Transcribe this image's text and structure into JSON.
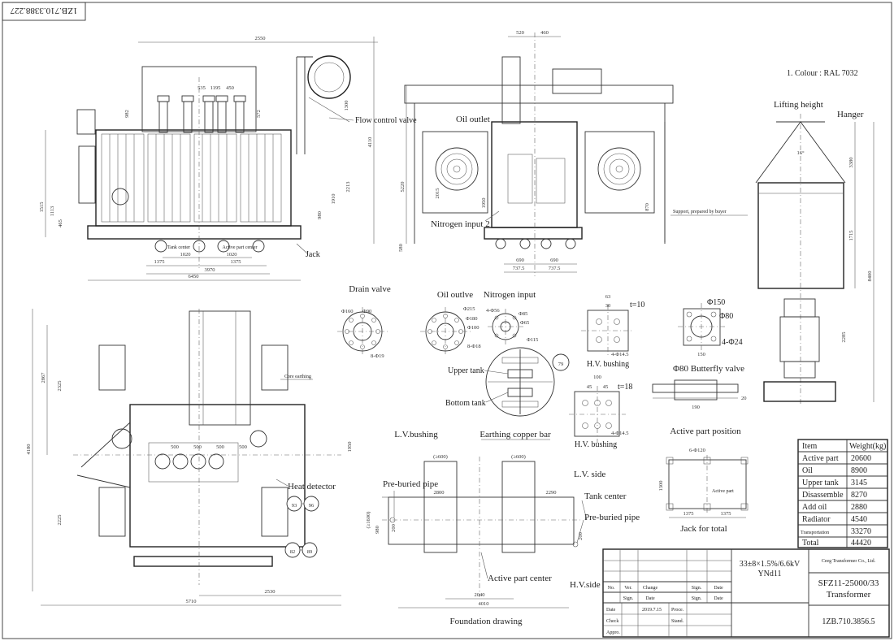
{
  "drawing_number": "1ZB.710.3388.227",
  "drawing_number_note": "Lettering printed mirrored in the original; reproduced as drawn.",
  "colour_note": "1. Colour : RAL 7032",
  "labels": {
    "flow_control_valve": "Flow control valve",
    "oil_outlet": "Oil outlet",
    "nitrogen_input_2": "Nitrogen input 2",
    "support": "Support, prepared by buyer",
    "lifting_height": "Lifting height",
    "hanger": "Hanger",
    "jack": "Jack",
    "tank_center": "Tank center",
    "active_part_center": "Active part center",
    "core_earthing": "Core earthing",
    "heat_detector": "Heat detector",
    "drain_valve": "Drain valve",
    "oil_outlve": "Oil outlve",
    "nitrogen_input": "Nitrogen input",
    "upper_tank": "Upper tank",
    "bottom_tank": "Bottom tank",
    "hv_bushing_1": "H.V. bushing",
    "hv_bushing_2": "H.V. bushing",
    "butterfly_valve": "Φ80 Butterfly valve",
    "active_part_position": "Active part position",
    "active_part": "Active part",
    "jack_for_total": "Jack for total",
    "lv_bushing_top": "L.V.bushing",
    "earthing_copper_bar": "Earthing copper bar",
    "lv_side": "L.V. side",
    "hv_side": "H.V.side",
    "tank_center_plan": "Tank center",
    "pre_buried_pipe_left": "Pre-buried pipe",
    "pre_buried_pipe_right": "Pre-buried pipe",
    "active_part_center_plan": "Active part center",
    "foundation_drawing": "Foundation drawing",
    "view_label_t10": "t=10",
    "view_label_t18": "t=18"
  },
  "balloons": [
    "79",
    "93",
    "96",
    "82",
    "89"
  ],
  "dimensions": {
    "front_2550": "2550",
    "front_6450": "6450",
    "front_3970": "3970",
    "front_1375a": "1375",
    "front_1020a": "1020",
    "front_1020b": "1020",
    "front_1375b": "1375",
    "front_4110": "4110",
    "front_1300": "1300",
    "front_2213": "2213",
    "front_1910": "1910",
    "front_980": "980",
    "front_1515": "1515",
    "front_1113": "1113",
    "front_465": "465",
    "front_535": "535",
    "front_1195": "1195",
    "front_450": "450",
    "front_982": "982",
    "front_572": "572",
    "side_520": "520",
    "side_460": "460",
    "side_5220": "5220",
    "side_2015": "2015",
    "side_1950": "1950",
    "side_580": "580",
    "side_690a": "690",
    "side_690b": "690",
    "side_7375a": "737.5",
    "side_7375b": "737.5",
    "side_870": "870",
    "right_3380": "3380",
    "right_1715": "1715",
    "right_8400": "8400",
    "right_2285": "2285",
    "right_16deg": "16°",
    "plan_4180": "4180",
    "plan_2867": "2867",
    "plan_2325": "2325",
    "plan_2225": "2225",
    "plan_5710": "5710",
    "plan_2530": "2530",
    "plan_500a": "500",
    "plan_500b": "500",
    "plan_500c": "500",
    "plan_500d": "500",
    "plan_1950": "1950",
    "drain_160": "Φ160",
    "drain_90": "Φ90",
    "drain_holes": "8-Φ19",
    "oil_215": "Φ215",
    "oil_180": "Φ180",
    "oil_100": "Φ100",
    "oil_holes": "8-Φ18",
    "n2_holes": "4-Φ56",
    "n2_85": "Φ85",
    "n2_65": "Φ65",
    "n2_115": "Φ115",
    "hv1_63": "63",
    "hv1_30": "30",
    "hv1_holes": "4-Φ14.5",
    "hv2_100": "100",
    "hv2_45a": "45",
    "hv2_45b": "45",
    "hv2_holes": "4-Φ14.5",
    "bf_150": "Φ150",
    "bf_80": "Φ80",
    "bf_holes": "4-Φ24",
    "bf_150b": "150",
    "bf_190": "190",
    "bf_20": "20",
    "ap_holes": "6-Φ120",
    "ap_1375": "1375",
    "ap_1375b": "1375",
    "ap_1300": "1300",
    "fd_600a": "(≥600)",
    "fd_600b": "(≥600)",
    "fd_2800": "2800",
    "fd_2290": "2290",
    "fd_2040": "2040",
    "fd_4010": "4010",
    "fd_1600": "(≥1600)",
    "fd_980": "980",
    "fd_200a": "200",
    "fd_200b": "200"
  },
  "weights_table": {
    "header": {
      "item": "Item",
      "weight": "Weight(kg)"
    },
    "rows": [
      {
        "item": "Active part",
        "weight": "20600"
      },
      {
        "item": "Oil",
        "weight": "8900"
      },
      {
        "item": "Upper tank",
        "weight": "3145"
      },
      {
        "item": "Disassemble",
        "weight": "8270"
      },
      {
        "item": "Add oil",
        "weight": "2880"
      },
      {
        "item": "Radiator",
        "weight": "4540"
      },
      {
        "item": "Transportation",
        "weight": "33270"
      },
      {
        "item": "Total",
        "weight": "44420"
      }
    ]
  },
  "title_block": {
    "voltage": "33±8×1.5%/6.6kV",
    "vector_group": "YNd11",
    "company": "Ceeg Transformer Co., Ltd.",
    "model": "SFZ11-25000/33",
    "product": "Transformer",
    "number": "1ZB.710.3856.5",
    "rev_no": "No.",
    "rev_ver": "Ver.",
    "rev_change": "Change",
    "rev_sign": "Sign.",
    "rev_date": "Date",
    "sign": "Sign.",
    "date": "Date",
    "row_date": "Date",
    "row_check": "Check",
    "row_appro": "Appro.",
    "date_value": "2019.7.15",
    "proce": "Proce.",
    "stand": "Stand."
  }
}
